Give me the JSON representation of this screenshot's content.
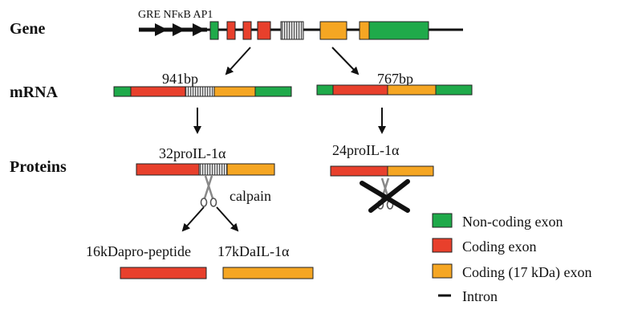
{
  "rows": {
    "gene": "Gene",
    "mrna": "mRNA",
    "proteins": "Proteins"
  },
  "promoter_label": "GRE NFκB AP1",
  "transcripts": {
    "left": "941bp",
    "right": "767bp"
  },
  "proteins": {
    "left": "32proIL-1α",
    "right": "24proIL-1α"
  },
  "calpain": "calpain",
  "products": {
    "left": "16kDapro-peptide",
    "right": "17kDaIL-1α"
  },
  "legend": [
    {
      "label": "Non-coding exon",
      "color": "#1faa4a"
    },
    {
      "label": "Coding exon",
      "color": "#e8402c"
    },
    {
      "label": "Coding (17 kDa) exon",
      "color": "#f5a623"
    },
    {
      "label": "Intron",
      "color": "#111111"
    }
  ],
  "colors": {
    "noncoding": "#1faa4a",
    "coding": "#e8402c",
    "coding17": "#f5a623",
    "hatched": "#bdbdbd",
    "line": "#111111"
  }
}
